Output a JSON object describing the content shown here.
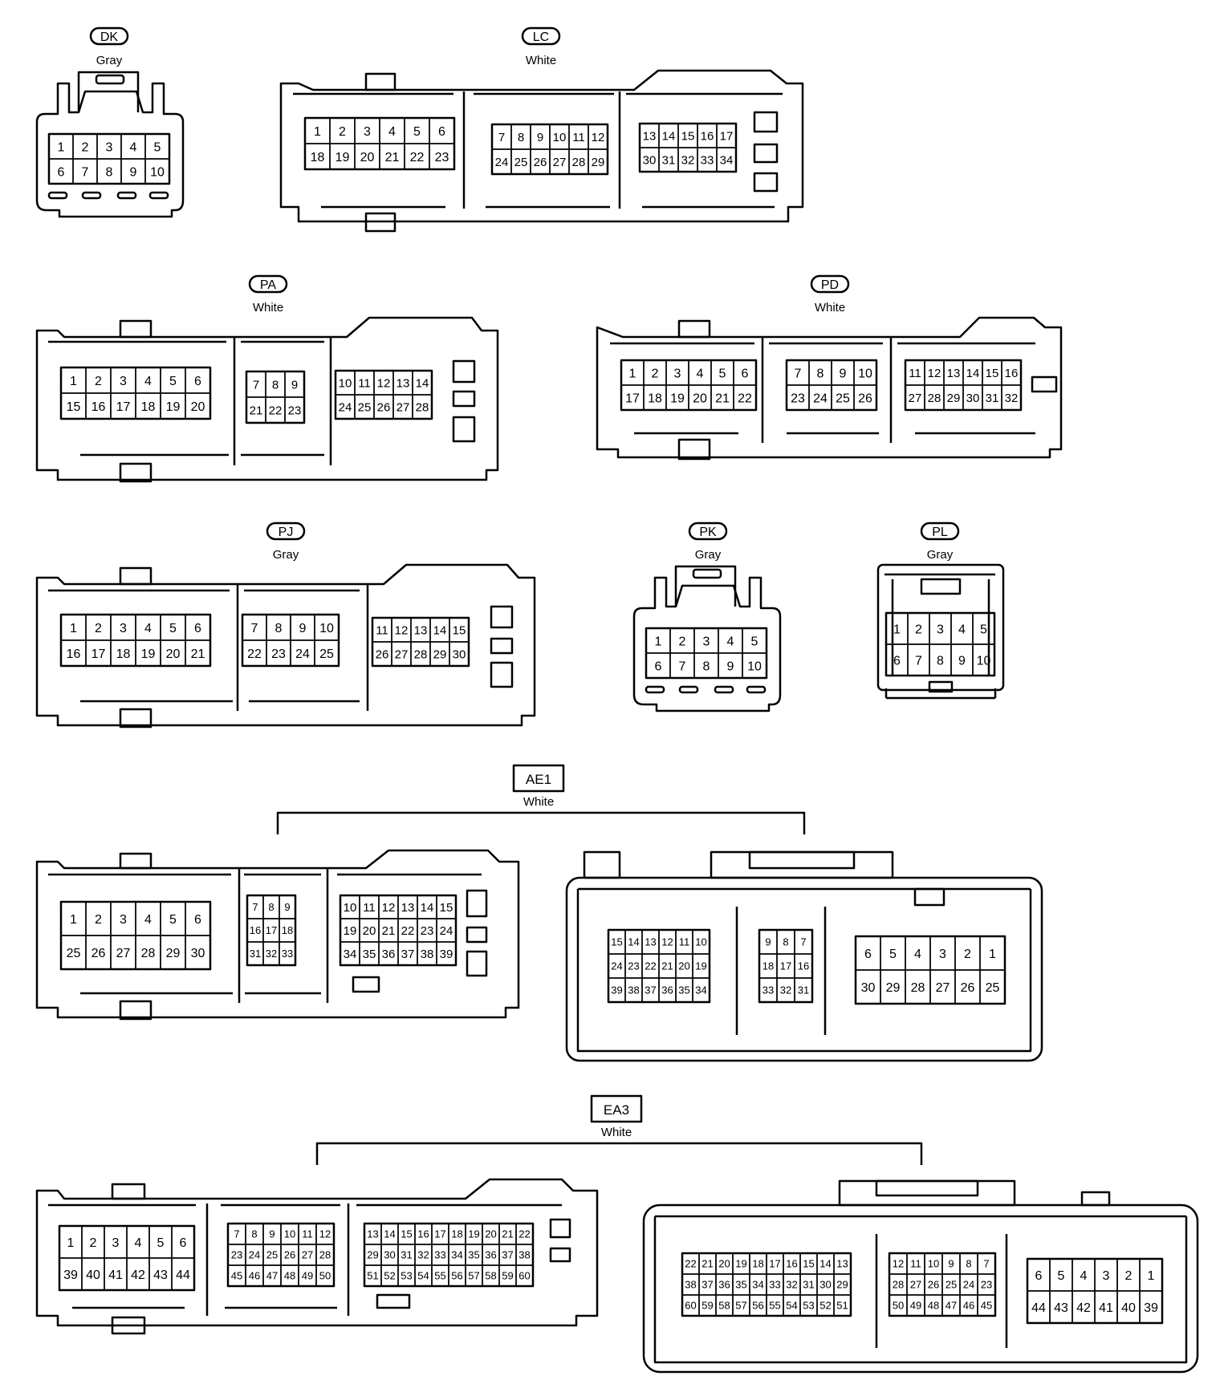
{
  "connectors": [
    {
      "id": "dk",
      "code": "DK",
      "color": "Gray",
      "groups": [
        {
          "rows": [
            [
              "1",
              "2",
              "3",
              "4",
              "5"
            ],
            [
              "6",
              "7",
              "8",
              "9",
              "10"
            ]
          ]
        }
      ]
    },
    {
      "id": "lc",
      "code": "LC",
      "color": "White",
      "groups": [
        {
          "rows": [
            [
              "1",
              "2",
              "3",
              "4",
              "5",
              "6"
            ],
            [
              "18",
              "19",
              "20",
              "21",
              "22",
              "23"
            ]
          ]
        },
        {
          "rows": [
            [
              "7",
              "8",
              "9",
              "10",
              "11",
              "12"
            ],
            [
              "24",
              "25",
              "26",
              "27",
              "28",
              "29"
            ]
          ]
        },
        {
          "rows": [
            [
              "13",
              "14",
              "15",
              "16",
              "17"
            ],
            [
              "30",
              "31",
              "32",
              "33",
              "34"
            ]
          ]
        }
      ]
    },
    {
      "id": "pa",
      "code": "PA",
      "color": "White",
      "groups": [
        {
          "rows": [
            [
              "1",
              "2",
              "3",
              "4",
              "5",
              "6"
            ],
            [
              "15",
              "16",
              "17",
              "18",
              "19",
              "20"
            ]
          ]
        },
        {
          "rows": [
            [
              "7",
              "8",
              "9"
            ],
            [
              "21",
              "22",
              "23"
            ]
          ]
        },
        {
          "rows": [
            [
              "10",
              "11",
              "12",
              "13",
              "14"
            ],
            [
              "24",
              "25",
              "26",
              "27",
              "28"
            ]
          ]
        }
      ]
    },
    {
      "id": "pd",
      "code": "PD",
      "color": "White",
      "groups": [
        {
          "rows": [
            [
              "1",
              "2",
              "3",
              "4",
              "5",
              "6"
            ],
            [
              "17",
              "18",
              "19",
              "20",
              "21",
              "22"
            ]
          ]
        },
        {
          "rows": [
            [
              "7",
              "8",
              "9",
              "10"
            ],
            [
              "23",
              "24",
              "25",
              "26"
            ]
          ]
        },
        {
          "rows": [
            [
              "11",
              "12",
              "13",
              "14",
              "15",
              "16"
            ],
            [
              "27",
              "28",
              "29",
              "30",
              "31",
              "32"
            ]
          ]
        }
      ]
    },
    {
      "id": "pj",
      "code": "PJ",
      "color": "Gray",
      "groups": [
        {
          "rows": [
            [
              "1",
              "2",
              "3",
              "4",
              "5",
              "6"
            ],
            [
              "16",
              "17",
              "18",
              "19",
              "20",
              "21"
            ]
          ]
        },
        {
          "rows": [
            [
              "7",
              "8",
              "9",
              "10"
            ],
            [
              "22",
              "23",
              "24",
              "25"
            ]
          ]
        },
        {
          "rows": [
            [
              "11",
              "12",
              "13",
              "14",
              "15"
            ],
            [
              "26",
              "27",
              "28",
              "29",
              "30"
            ]
          ]
        }
      ]
    },
    {
      "id": "pk",
      "code": "PK",
      "color": "Gray",
      "groups": [
        {
          "rows": [
            [
              "1",
              "2",
              "3",
              "4",
              "5"
            ],
            [
              "6",
              "7",
              "8",
              "9",
              "10"
            ]
          ]
        }
      ]
    },
    {
      "id": "pl",
      "code": "PL",
      "color": "Gray",
      "groups": [
        {
          "rows": [
            [
              "1",
              "2",
              "3",
              "4",
              "5"
            ],
            [
              "6",
              "7",
              "8",
              "9",
              "10"
            ]
          ]
        }
      ]
    },
    {
      "id": "ae1",
      "code": "AE1",
      "color": "White",
      "groups": [
        {
          "rows": [
            [
              "1",
              "2",
              "3",
              "4",
              "5",
              "6"
            ],
            [
              "25",
              "26",
              "27",
              "28",
              "29",
              "30"
            ]
          ]
        },
        {
          "rows": [
            [
              "7",
              "8",
              "9"
            ],
            [
              "16",
              "17",
              "18"
            ],
            [
              "31",
              "32",
              "33"
            ]
          ]
        },
        {
          "rows": [
            [
              "10",
              "11",
              "12",
              "13",
              "14",
              "15"
            ],
            [
              "19",
              "20",
              "21",
              "22",
              "23",
              "24"
            ],
            [
              "34",
              "35",
              "36",
              "37",
              "38",
              "39"
            ]
          ]
        },
        {
          "rows": [
            [
              "15",
              "14",
              "13",
              "12",
              "11",
              "10"
            ],
            [
              "24",
              "23",
              "22",
              "21",
              "20",
              "19"
            ],
            [
              "39",
              "38",
              "37",
              "36",
              "35",
              "34"
            ]
          ]
        },
        {
          "rows": [
            [
              "9",
              "8",
              "7"
            ],
            [
              "18",
              "17",
              "16"
            ],
            [
              "33",
              "32",
              "31"
            ]
          ]
        },
        {
          "rows": [
            [
              "6",
              "5",
              "4",
              "3",
              "2",
              "1"
            ],
            [
              "30",
              "29",
              "28",
              "27",
              "26",
              "25"
            ]
          ]
        }
      ]
    },
    {
      "id": "ea3",
      "code": "EA3",
      "color": "White",
      "groups": [
        {
          "rows": [
            [
              "1",
              "2",
              "3",
              "4",
              "5",
              "6"
            ],
            [
              "39",
              "40",
              "41",
              "42",
              "43",
              "44"
            ]
          ]
        },
        {
          "rows": [
            [
              "7",
              "8",
              "9",
              "10",
              "11",
              "12"
            ],
            [
              "23",
              "24",
              "25",
              "26",
              "27",
              "28"
            ],
            [
              "45",
              "46",
              "47",
              "48",
              "49",
              "50"
            ]
          ]
        },
        {
          "rows": [
            [
              "13",
              "14",
              "15",
              "16",
              "17",
              "18",
              "19",
              "20",
              "21",
              "22"
            ],
            [
              "29",
              "30",
              "31",
              "32",
              "33",
              "34",
              "35",
              "36",
              "37",
              "38"
            ],
            [
              "51",
              "52",
              "53",
              "54",
              "55",
              "56",
              "57",
              "58",
              "59",
              "60"
            ]
          ]
        },
        {
          "rows": [
            [
              "22",
              "21",
              "20",
              "19",
              "18",
              "17",
              "16",
              "15",
              "14",
              "13"
            ],
            [
              "38",
              "37",
              "36",
              "35",
              "34",
              "33",
              "32",
              "31",
              "30",
              "29"
            ],
            [
              "60",
              "59",
              "58",
              "57",
              "56",
              "55",
              "54",
              "53",
              "52",
              "51"
            ]
          ]
        },
        {
          "rows": [
            [
              "12",
              "11",
              "10",
              "9",
              "8",
              "7"
            ],
            [
              "28",
              "27",
              "26",
              "25",
              "24",
              "23"
            ],
            [
              "50",
              "49",
              "48",
              "47",
              "46",
              "45"
            ]
          ]
        },
        {
          "rows": [
            [
              "6",
              "5",
              "4",
              "3",
              "2",
              "1"
            ],
            [
              "44",
              "43",
              "42",
              "41",
              "40",
              "39"
            ]
          ]
        }
      ]
    }
  ]
}
